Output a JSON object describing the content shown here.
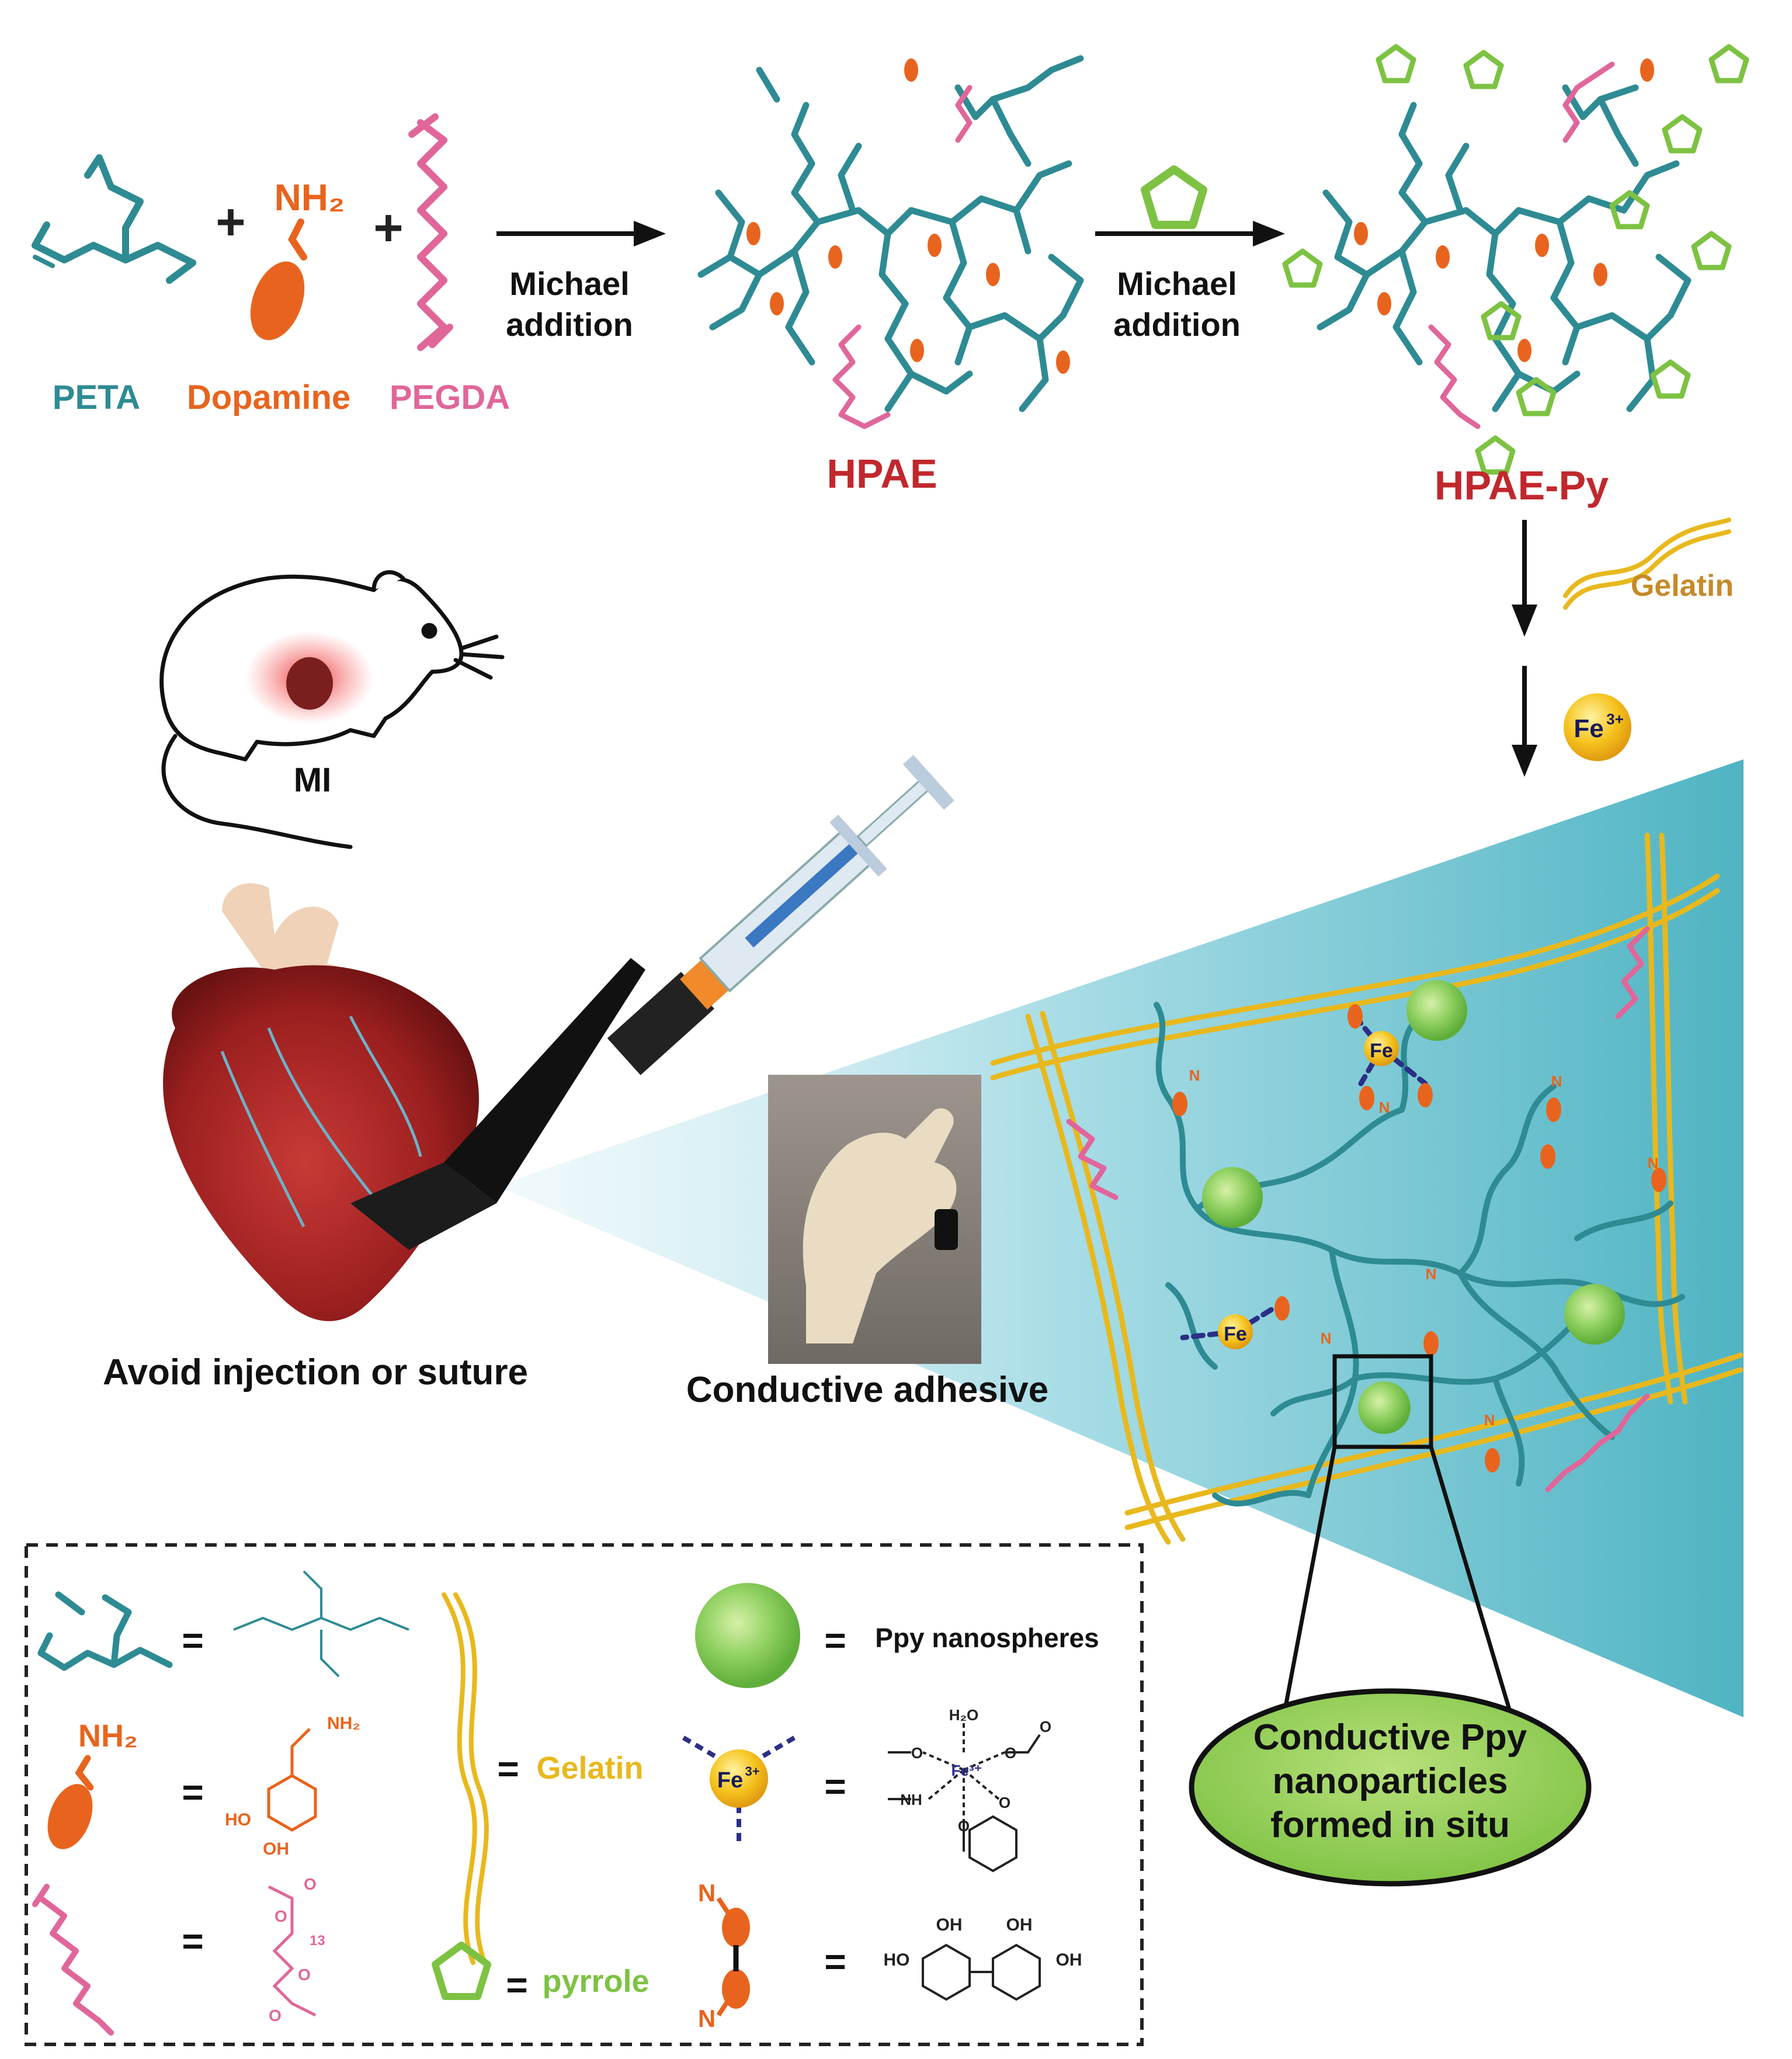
{
  "reactants": {
    "peta_label": "PETA",
    "dopamine_label": "Dopamine",
    "pegda_label": "PEGDA",
    "amine_group": "NH₂",
    "plus_sign": "+"
  },
  "step1": {
    "line1": "Michael",
    "line2": "addition"
  },
  "step2": {
    "line1": "Michael",
    "line2": "addition"
  },
  "products": {
    "hpae_label": "HPAE",
    "hpae_py_label": "HPAE-Py",
    "n_atom": "N"
  },
  "additives": {
    "gelatin_label": "Gelatin",
    "fe_ion_base": "Fe",
    "fe_ion_charge": "3+"
  },
  "scene": {
    "mi_label": "MI",
    "avoid_label": "Avoid injection or suture",
    "adhesive_label": "Conductive adhesive"
  },
  "network": {
    "fe_label": "Fe",
    "n_label": "N",
    "callout": [
      "Conductive Ppy",
      "nanoparticles",
      "formed in situ"
    ]
  },
  "legend": {
    "amine": "NH₂",
    "gelatin": "Gelatin",
    "ppy": "Ppy nanospheres",
    "pyrrole": "pyrrole",
    "equals": "=",
    "dopamine_chem": {
      "nh2": "NH₂",
      "ho1": "HO",
      "ho2": "OH"
    },
    "pegda_chem": {
      "o1": "O",
      "o2": "O",
      "o3": "O",
      "o4": "O",
      "n": "13"
    },
    "fe_complex": {
      "water": "H₂O",
      "fe": "Fe³⁺",
      "nh": "NH",
      "o1": "O",
      "o2": "O",
      "o3": "O",
      "o4": "O",
      "o5": "O"
    },
    "catechol": {
      "oh1": "OH",
      "oh2": "OH",
      "ho": "HO",
      "oh3": "OH",
      "n1": "N",
      "n2": "N"
    }
  },
  "colors": {
    "teal": "#2e8b93",
    "orange": "#e8641e",
    "pink": "#e0669a",
    "green": "#7dc242",
    "red_label": "#c0282d",
    "gold": "#e8b81d",
    "navy": "#2b2f86"
  }
}
